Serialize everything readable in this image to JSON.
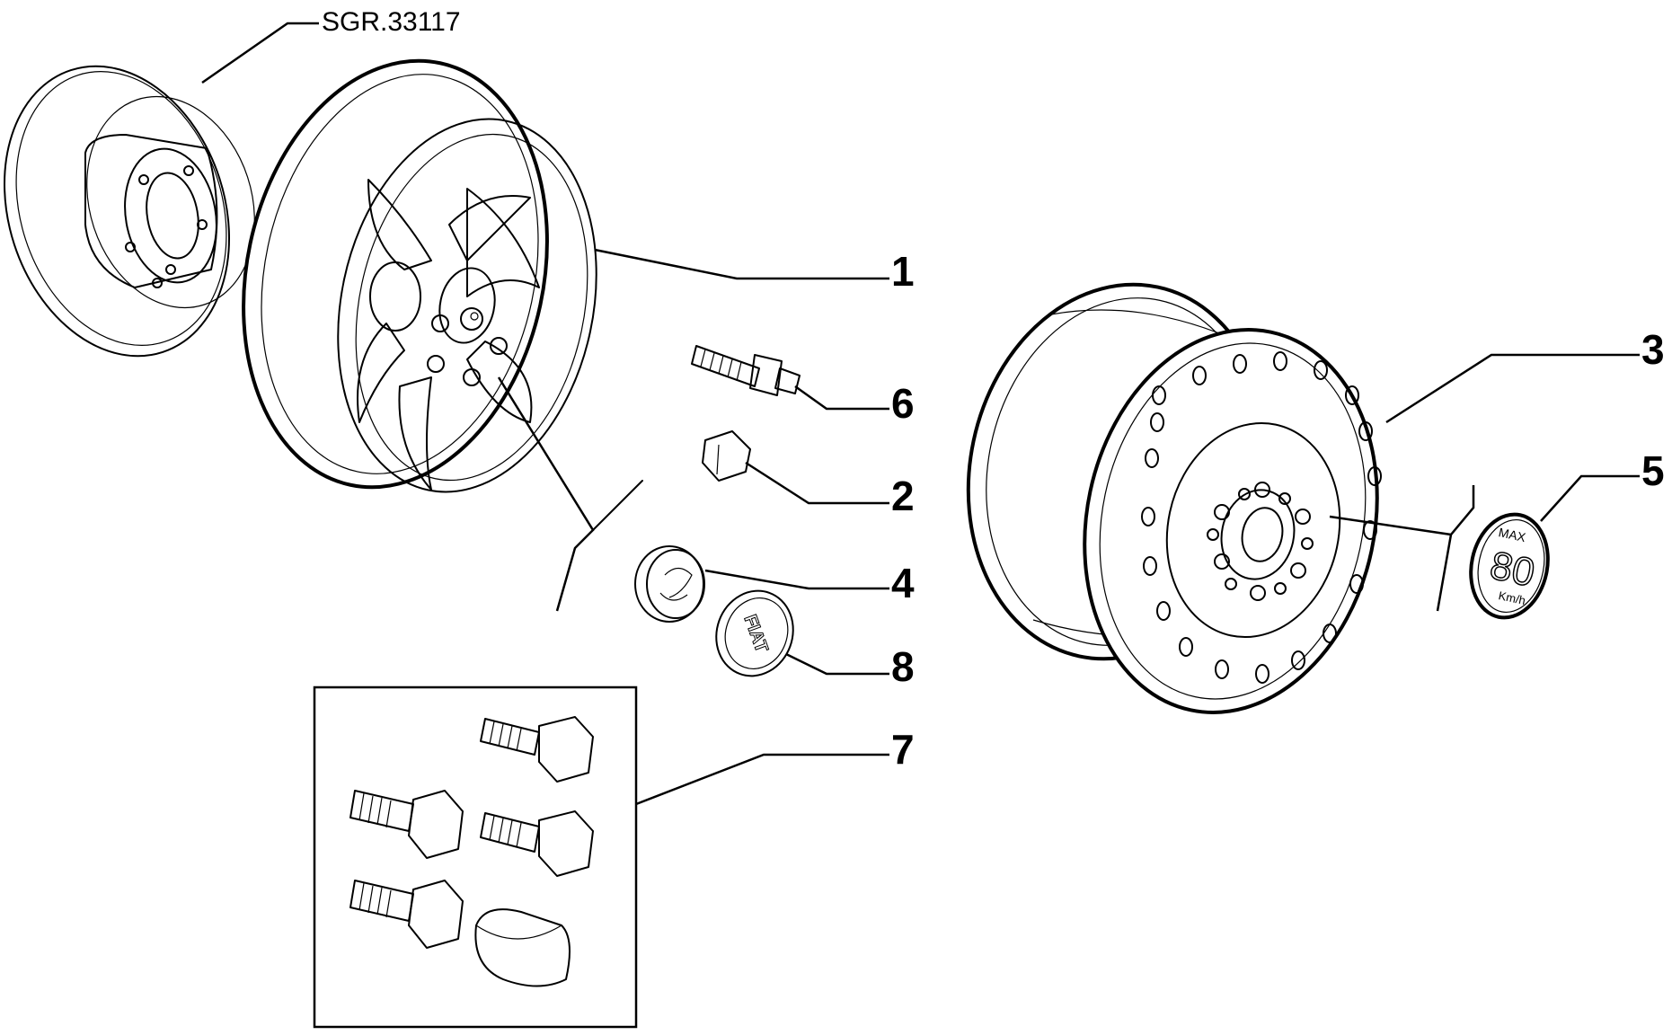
{
  "diagram": {
    "reference_code": "SGR.33117",
    "callouts": [
      {
        "id": "1",
        "label": "1"
      },
      {
        "id": "2",
        "label": "2"
      },
      {
        "id": "3",
        "label": "3"
      },
      {
        "id": "4",
        "label": "4"
      },
      {
        "id": "5",
        "label": "5"
      },
      {
        "id": "6",
        "label": "6"
      },
      {
        "id": "7",
        "label": "7"
      },
      {
        "id": "8",
        "label": "8"
      }
    ],
    "cap_logo_text": "FIAT",
    "speed_label": {
      "max": "MAX",
      "value": "80",
      "unit": "Km/h"
    }
  }
}
